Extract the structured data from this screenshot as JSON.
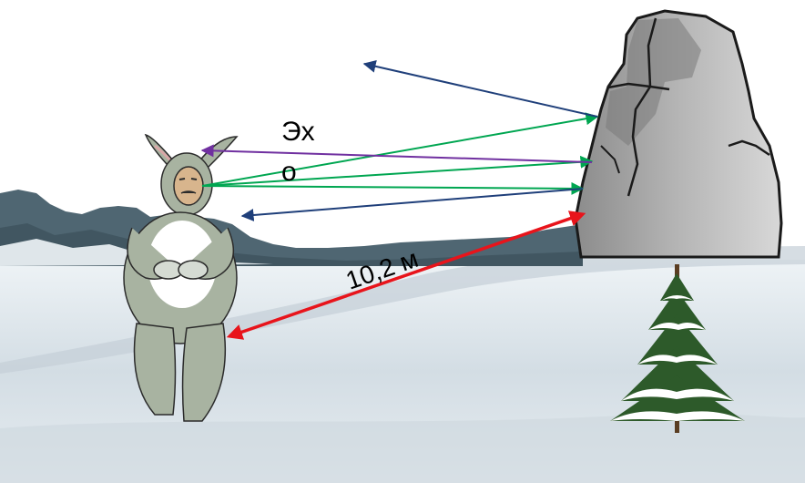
{
  "labels": {
    "echo_line1": "Эх",
    "echo_line2": "о",
    "distance": "10,2 м"
  },
  "colors": {
    "sound_out": "#00a651",
    "echo_return": "#1f3f7a",
    "echo_purple": "#7030a0",
    "distance": "#e8141b",
    "sky": "#ffffff",
    "snow": "#dde6ec",
    "mountains": "#4f6672",
    "rock": "#a9a9a9",
    "hare": "#a8b3a1"
  },
  "icons": [
    "hare-figure",
    "rock-cliff",
    "snowy-fir-tree",
    "mountain-range"
  ]
}
